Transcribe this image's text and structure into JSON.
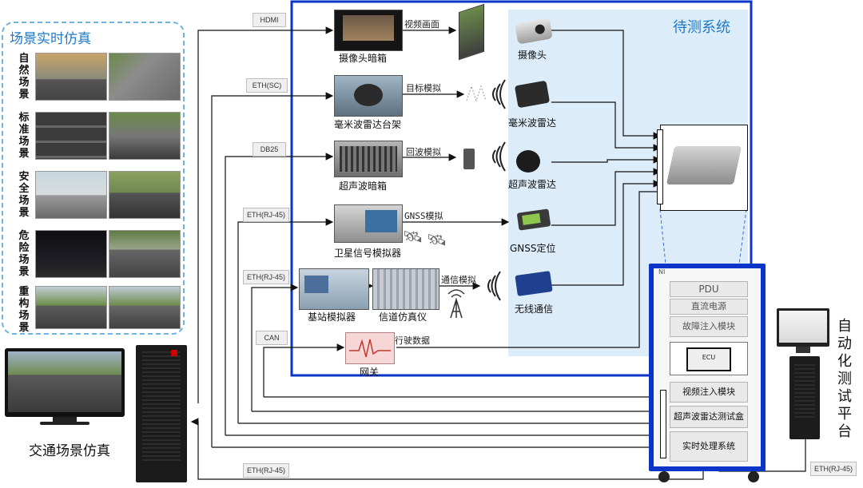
{
  "colors": {
    "accent_blue": "#0a35c8",
    "title_blue": "#1f7ac8",
    "dut_bg": "#dcecf8",
    "dashed_border": "#6fb3e0"
  },
  "scene_panel": {
    "title": "场景实时仿真",
    "groups": [
      {
        "label": "自然场景"
      },
      {
        "label": "标准场景"
      },
      {
        "label": "安全场景"
      },
      {
        "label": "危险场景"
      },
      {
        "label": "重构场景"
      }
    ]
  },
  "traffic_sim": {
    "label": "交通场景仿真"
  },
  "dut": {
    "title": "待测系统"
  },
  "equipment": {
    "camera_box": "摄像头暗箱",
    "radar_bench": "毫米波雷达台架",
    "ultrasonic_box": "超声波暗箱",
    "gnss_sim": "卫星信号模拟器",
    "base_station": "基站模拟器",
    "channel_sim": "信道仿真仪",
    "gateway": "网关"
  },
  "sensors": {
    "camera": "摄像头",
    "mm_radar": "毫米波雷达",
    "ultrasonic": "超声波雷达",
    "gnss": "GNSS定位",
    "wireless": "无线通信"
  },
  "signals": {
    "video": "视频画面",
    "target": "目标模拟",
    "echo": "回波模拟",
    "gnss": "GNSS模拟",
    "comm": "通信模拟",
    "driving": "行驶数据"
  },
  "interfaces": {
    "hdmi": "HDMI",
    "eth_sc": "ETH(SC)",
    "db25": "DB25",
    "eth_rj45_1": "ETH(RJ-45)",
    "eth_rj45_2": "ETH(RJ-45)",
    "can": "CAN",
    "eth_rj45_bottom": "ETH(RJ-45)",
    "eth_rj45_right": "ETH(RJ-45)"
  },
  "rack": {
    "brand": "NI",
    "modules_top": [
      "PDU",
      "直流电源",
      "故障注入模块"
    ],
    "ecu": "ECU",
    "modules_bottom": [
      "视频注入模块",
      "超声波雷达测试盒",
      "实时处理系统"
    ]
  },
  "auto_platform": {
    "label": "自动化测试平台"
  }
}
